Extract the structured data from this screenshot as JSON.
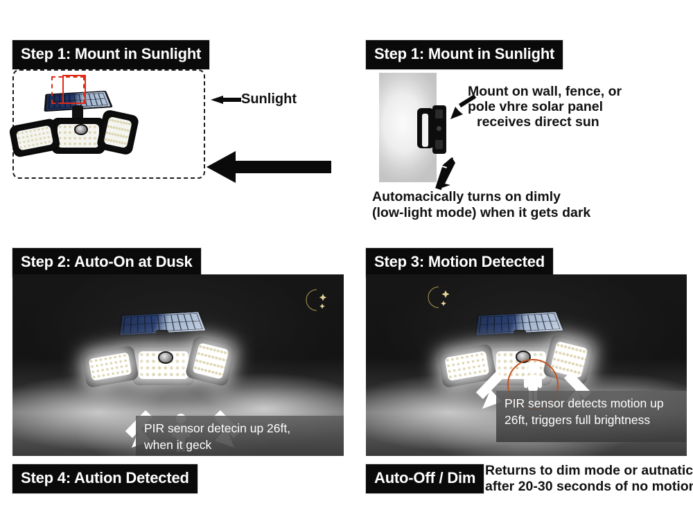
{
  "panels": {
    "step1_left": {
      "header": "Step 1: Mount in Sunlight",
      "sunlight_label": "Sunlight"
    },
    "step1_right": {
      "header": "Step 1: Mount in Sunlight",
      "mount_note_line1": "Mount on wall, fence, or",
      "mount_note_line2": "pole vhre solar panel",
      "mount_note_line3": "receives direct sun",
      "dim_note_line1": "Automacically turns on dimly",
      "dim_note_line2": "(low-light mode) when it gets dark"
    },
    "step2": {
      "header": "Step 2: Auto-On at Dusk",
      "caption": "PIR sensor detecin up 26ft,\nwhen it geck",
      "footer_chip": "Step 4: Aution Detected"
    },
    "step3": {
      "header": "Step 3: Motion Detected",
      "caption": "PIR sensor detects motion up\n26ft, triggers full brightness",
      "footer_chip": "Auto-Off / Dim",
      "footer_note_line1": "Returns to dim mode or autnatically",
      "footer_note_line2": "after 20-30 seconds of no motion"
    }
  },
  "icons": {
    "moon": "crescent-moon-with-stars",
    "person": "pedestrian-figure",
    "arrow": "solid-black-arrow"
  },
  "colors": {
    "chip_background": "#0a0a0a",
    "chip_text": "#ffffff",
    "red_highlight": "#e02a15",
    "ring_orange": "#c4501e",
    "moon_gold": "#e7d79a",
    "scene_dark": "#141414"
  }
}
